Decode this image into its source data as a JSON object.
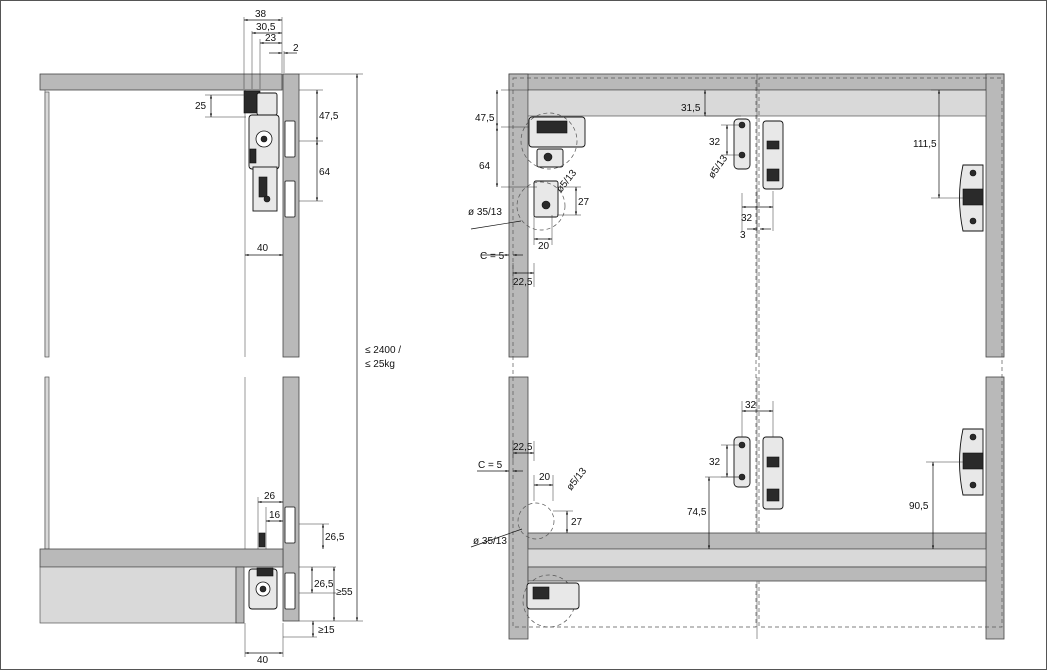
{
  "left_view": {
    "top_dims": [
      "38",
      "30,5",
      "23",
      "2"
    ],
    "dim_25": "25",
    "dim_47_5": "47,5",
    "dim_64": "64",
    "dim_40_top": "40",
    "dim_26": "26",
    "dim_16": "16",
    "dim_26_5_a": "26,5",
    "dim_26_5_b": "26,5",
    "dim_ge55": "≥55",
    "dim_ge15": "≥15",
    "dim_40_bottom": "40",
    "height_limit": "≤ 2400 /",
    "weight_limit": "≤ 25kg"
  },
  "right_view": {
    "top": {
      "dim_47_5": "47,5",
      "dim_64": "64",
      "dim_d5_13": "ø5/13",
      "dim_d35_13": "ø 35/13",
      "dim_27": "27",
      "dim_20": "20",
      "dim_c5": "C = 5",
      "dim_22_5": "22,5",
      "dim_31_5": "31,5",
      "dim_32_v": "32",
      "dim_d5_13_b": "ø5/13",
      "dim_32_h": "32",
      "dim_3": "3",
      "dim_111_5": "111,5"
    },
    "bottom": {
      "dim_32_h": "32",
      "dim_32_v": "32",
      "dim_22_5": "22,5",
      "dim_c5": "C = 5",
      "dim_20": "20",
      "dim_d5_13": "ø5/13",
      "dim_27": "27",
      "dim_d35_13": "ø 35/13",
      "dim_74_5": "74,5",
      "dim_90_5": "90,5"
    }
  }
}
